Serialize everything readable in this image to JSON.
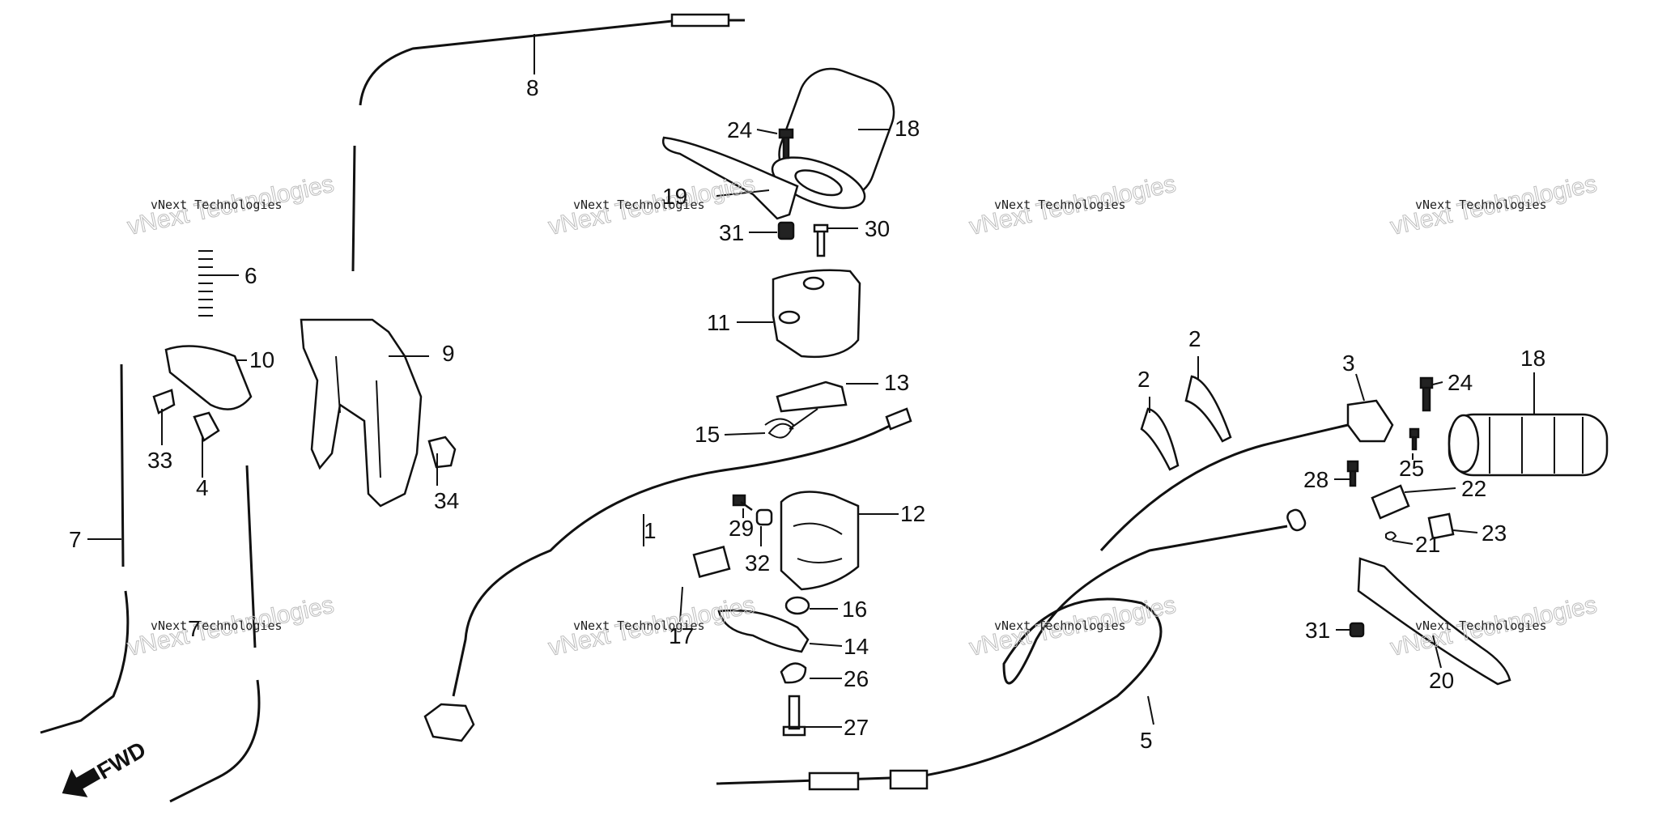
{
  "callouts": [
    "1",
    "2",
    "2",
    "3",
    "4",
    "5",
    "6",
    "7",
    "7",
    "8",
    "9",
    "10",
    "11",
    "12",
    "13",
    "14",
    "15",
    "16",
    "17",
    "18",
    "18",
    "19",
    "20",
    "21",
    "22",
    "23",
    "24",
    "24",
    "25",
    "26",
    "27",
    "28",
    "29",
    "30",
    "31",
    "31",
    "32",
    "33",
    "34"
  ],
  "watermark": {
    "line1": "vNext Technologies",
    "line2": "vNext Technologies"
  },
  "fwd_label": "FWD"
}
